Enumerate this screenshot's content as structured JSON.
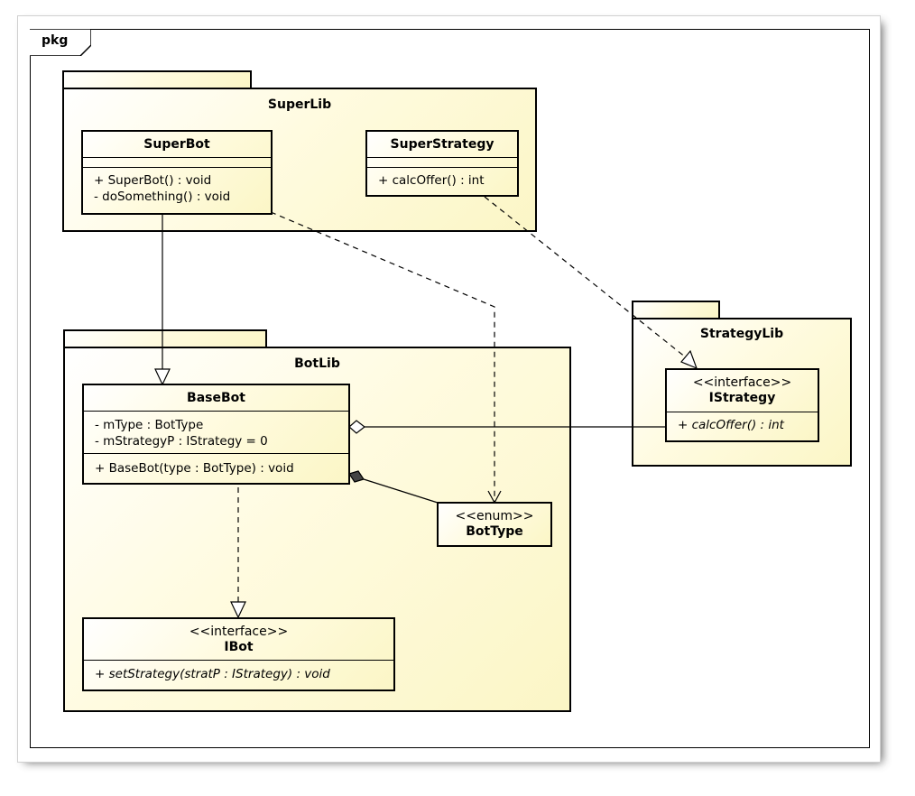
{
  "root_package": {
    "label": "pkg"
  },
  "packages": {
    "superlib": {
      "name": "SuperLib"
    },
    "botlib": {
      "name": "BotLib"
    },
    "strategylib": {
      "name": "StrategyLib"
    }
  },
  "classes": {
    "superbot": {
      "name": "SuperBot",
      "operations": [
        "+ SuperBot() : void",
        "- doSomething() : void"
      ]
    },
    "superstrategy": {
      "name": "SuperStrategy",
      "operations": [
        "+ calcOffer() : int"
      ]
    },
    "basebot": {
      "name": "BaseBot",
      "attributes": [
        "- mType : BotType",
        "- mStrategyP : IStrategy = 0"
      ],
      "operations": [
        "+ BaseBot(type : BotType) : void"
      ]
    },
    "istrategy": {
      "stereotype": "<<interface>>",
      "name": "IStrategy",
      "operations": [
        "+ calcOffer() : int"
      ]
    },
    "bottype": {
      "stereotype": "<<enum>>",
      "name": "BotType"
    },
    "ibot": {
      "stereotype": "<<interface>>",
      "name": "IBot",
      "operations": [
        "+ setStrategy(stratP : IStrategy) : void"
      ]
    }
  }
}
